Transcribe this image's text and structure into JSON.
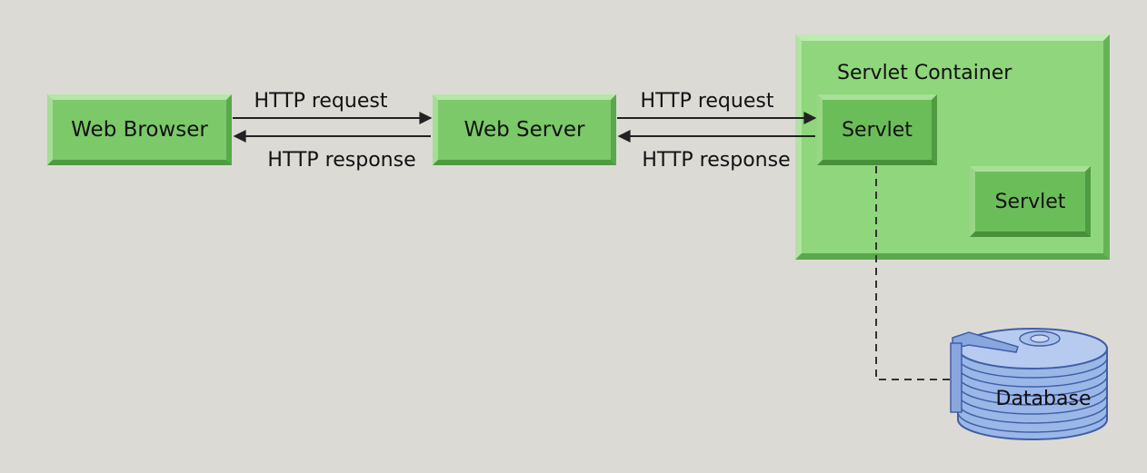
{
  "nodes": {
    "web_browser": {
      "label": "Web Browser"
    },
    "web_server": {
      "label": "Web Server"
    },
    "servlet_container": {
      "label": "Servlet Container"
    },
    "servlet_primary": {
      "label": "Servlet"
    },
    "servlet_secondary": {
      "label": "Servlet"
    },
    "database": {
      "label": "Database"
    }
  },
  "edges": {
    "browser_to_server": {
      "label": "HTTP request"
    },
    "server_to_browser": {
      "label": "HTTP response"
    },
    "server_to_servlet": {
      "label": "HTTP request"
    },
    "servlet_to_server": {
      "label": "HTTP response"
    }
  },
  "colors": {
    "background": "#dcdad5",
    "box_fill": "#7cc96a",
    "box_light_edge": "#b6e6a8",
    "box_dark_edge": "#4f9b42",
    "container_fill": "#8fd67c",
    "database_fill": "#9bb7e8",
    "database_stroke": "#3f5fa6",
    "line": "#222222"
  }
}
